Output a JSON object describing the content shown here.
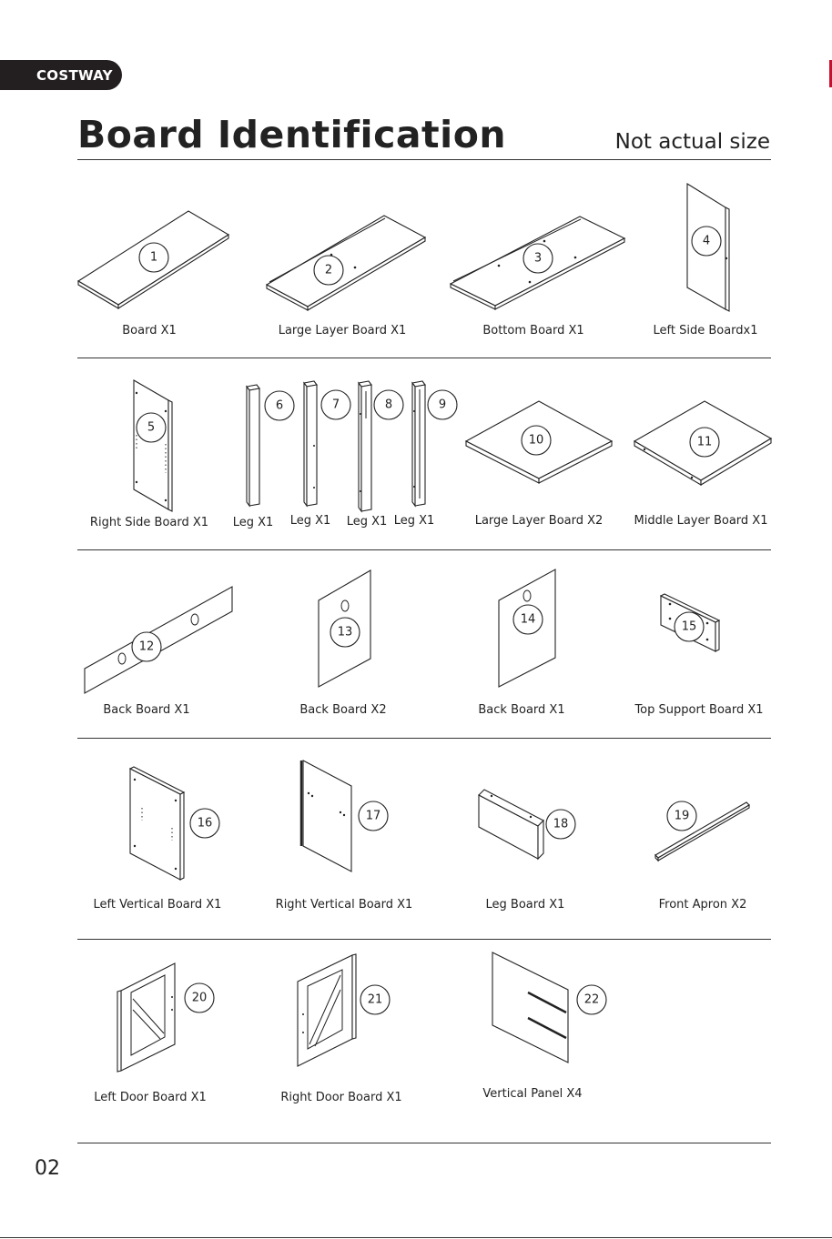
{
  "brand": "COSTWAY",
  "title": "Board Identification",
  "subtitle": "Not actual size",
  "page_number": "02",
  "parts": [
    {
      "num": "1",
      "label": "Board X1"
    },
    {
      "num": "2",
      "label": "Large Layer Board X1"
    },
    {
      "num": "3",
      "label": "Bottom Board X1"
    },
    {
      "num": "4",
      "label": "Left Side Boardx1"
    },
    {
      "num": "5",
      "label": "Right Side Board X1"
    },
    {
      "num": "6",
      "label": "Leg X1"
    },
    {
      "num": "7",
      "label": "Leg X1"
    },
    {
      "num": "8",
      "label": "Leg X1"
    },
    {
      "num": "9",
      "label": "Leg X1"
    },
    {
      "num": "10",
      "label": "Large Layer Board X2"
    },
    {
      "num": "11",
      "label": "Middle Layer Board X1"
    },
    {
      "num": "12",
      "label": "Back Board X1"
    },
    {
      "num": "13",
      "label": "Back Board X2"
    },
    {
      "num": "14",
      "label": "Back Board X1"
    },
    {
      "num": "15",
      "label": "Top Support Board  X1"
    },
    {
      "num": "16",
      "label": "Left Vertical Board X1"
    },
    {
      "num": "17",
      "label": "Right Vertical Board X1"
    },
    {
      "num": "18",
      "label": "Leg Board X1"
    },
    {
      "num": "19",
      "label": "Front Apron X2"
    },
    {
      "num": "20",
      "label": "Left Door Board X1"
    },
    {
      "num": "21",
      "label": "Right Door Board X1"
    },
    {
      "num": "22",
      "label": "Vertical Panel X4"
    }
  ]
}
